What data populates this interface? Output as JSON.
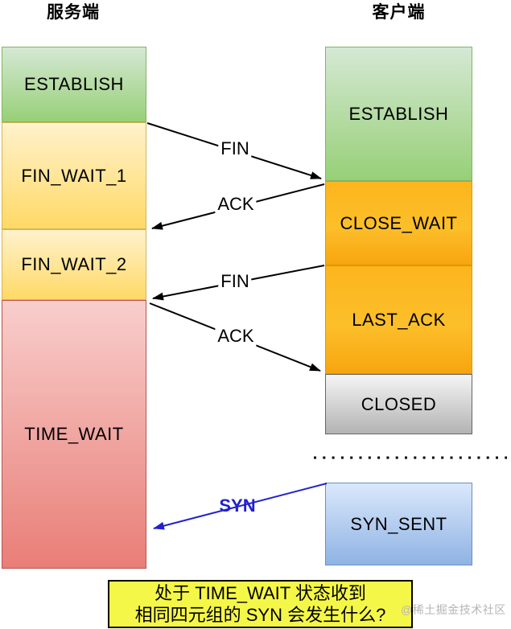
{
  "diagram": {
    "title_note": "TCP four-way close with TIME_WAIT",
    "server": {
      "title": "服务端",
      "states": [
        {
          "label": "ESTABLISH",
          "color": "green"
        },
        {
          "label": "FIN_WAIT_1",
          "color": "yellow"
        },
        {
          "label": "FIN_WAIT_2",
          "color": "yellow"
        },
        {
          "label": "TIME_WAIT",
          "color": "red"
        }
      ]
    },
    "client": {
      "title": "客户端",
      "states": [
        {
          "label": "ESTABLISH",
          "color": "green"
        },
        {
          "label": "CLOSE_WAIT",
          "color": "orange"
        },
        {
          "label": "LAST_ACK",
          "color": "orange"
        },
        {
          "label": "CLOSED",
          "color": "gray"
        },
        {
          "label": "SYN_SENT",
          "color": "blue"
        }
      ]
    },
    "messages": [
      {
        "label": "FIN",
        "direction": "server-to-client",
        "color": "#000000"
      },
      {
        "label": "ACK",
        "direction": "client-to-server",
        "color": "#000000"
      },
      {
        "label": "FIN",
        "direction": "client-to-server",
        "color": "#000000"
      },
      {
        "label": "ACK",
        "direction": "server-to-client",
        "color": "#000000"
      },
      {
        "label": "SYN",
        "direction": "client-to-server",
        "color": "#2222cc"
      }
    ],
    "note": {
      "line1": "处于 TIME_WAIT 状态收到",
      "line2": "相同四元组的 SYN 会发生什么?"
    },
    "watermark": "@稀土掘金技术社区",
    "colors": {
      "green_fill_top": "#d5e8d4",
      "green_fill_bottom": "#97d077",
      "green_border": "#82b366",
      "yellow_fill_top": "#fff2cc",
      "yellow_fill_bottom": "#ffd966",
      "yellow_border": "#d6b656",
      "red_fill_top": "#f8cecc",
      "red_fill_bottom": "#e97e77",
      "red_border": "#b85450",
      "orange_fill_top": "#fdb51d",
      "orange_fill_bottom": "#f8a50f",
      "orange_border": "#d79b00",
      "gray_fill_top": "#f5f5f5",
      "gray_fill_bottom": "#b3b3b3",
      "gray_border": "#666666",
      "blue_fill_top": "#dae8fc",
      "blue_fill_bottom": "#8fb3e4",
      "blue_border": "#6c8ebf",
      "syn_arrow": "#2222cc",
      "note_bg": "#f5f748"
    }
  }
}
